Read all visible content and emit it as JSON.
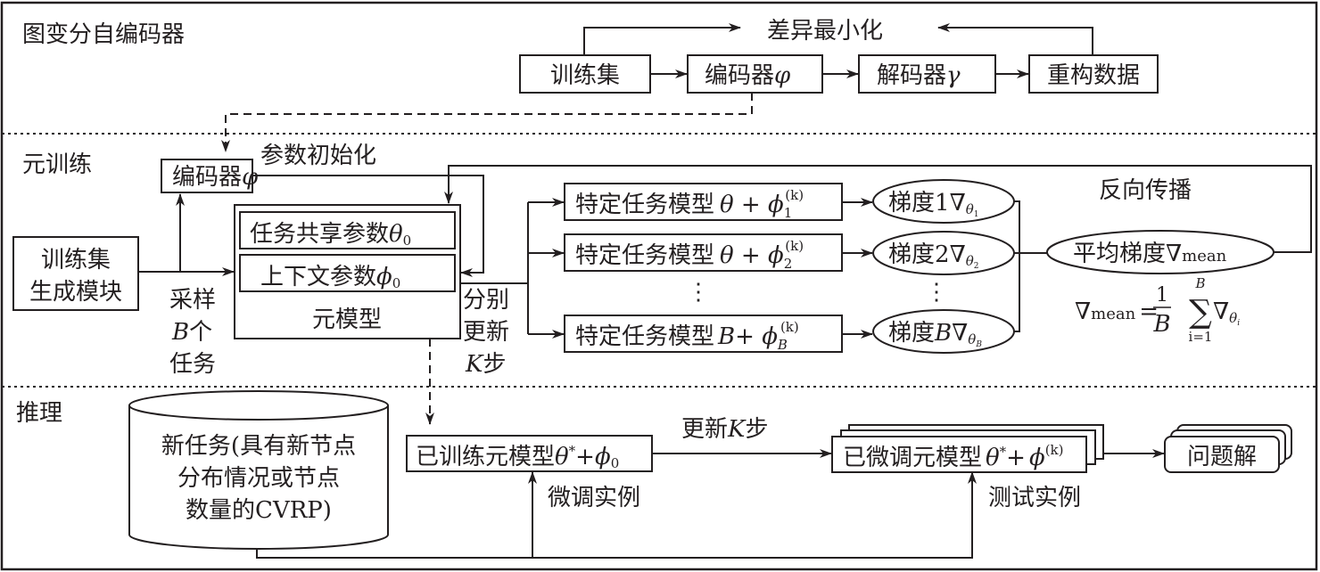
{
  "sections": {
    "vgae": "图变分自编码器",
    "meta_training": "元训练",
    "inference": "推理"
  },
  "vgae": {
    "minimize_diff": "差异最小化",
    "training_set": "训练集",
    "encoder": "编码器",
    "encoder_sym": "φ",
    "decoder": "解码器",
    "decoder_sym": "γ",
    "reconstructed": "重构数据"
  },
  "meta_training": {
    "encoder": "编码器",
    "encoder_sym": "φ",
    "param_init": "参数初始化",
    "generator_line1": "训练集",
    "generator_line2": "生成模块",
    "sample_line1": "采样",
    "sample_line2_sym": "B",
    "sample_line2": "个",
    "sample_line3": "任务",
    "shared_params": "任务共享参数",
    "shared_sym": "θ",
    "shared_sub": "0",
    "context_params": "上下文参数",
    "context_sym": "ϕ",
    "context_sub": "0",
    "meta_model": "元模型",
    "update_line1": "分别",
    "update_line2": "更新",
    "update_line3_sym": "K",
    "update_line3": "步",
    "task_models": [
      {
        "label": "特定任务模型",
        "base": "θ",
        "sub": "1",
        "sup": "(k)"
      },
      {
        "label": "特定任务模型",
        "base": "θ",
        "sub": "2",
        "sup": "(k)"
      },
      {
        "label": "特定任务模型",
        "base": "B",
        "sub": "B",
        "sup": "(k)"
      }
    ],
    "vdots": "⋮",
    "gradients": [
      {
        "label": "梯度",
        "idx": "1",
        "sub": "1"
      },
      {
        "label": "梯度",
        "idx": "2",
        "sub": "2"
      },
      {
        "label": "梯度",
        "idx": "B",
        "sub": "B"
      }
    ],
    "nabla": "∇",
    "theta": "θ",
    "backprop": "反向传播",
    "mean_grad": "平均梯度",
    "mean_sub": "mean",
    "formula_one": "1",
    "formula_B": "B",
    "formula_sigma": "∑",
    "formula_upper": "B",
    "formula_lower": "i=1",
    "formula_i": "i"
  },
  "inference": {
    "new_task_line1": "新任务(具有新节点",
    "new_task_line2": "分布情况或节点",
    "new_task_line3": "数量的CVRP)",
    "trained_model": "已训练元模型",
    "update_k": "更新",
    "update_k_sym": "K",
    "update_k_suffix": "步",
    "finetune_instances": "微调实例",
    "finetuned_model": "已微调元模型",
    "test_instances": "测试实例",
    "solution": "问题解"
  }
}
